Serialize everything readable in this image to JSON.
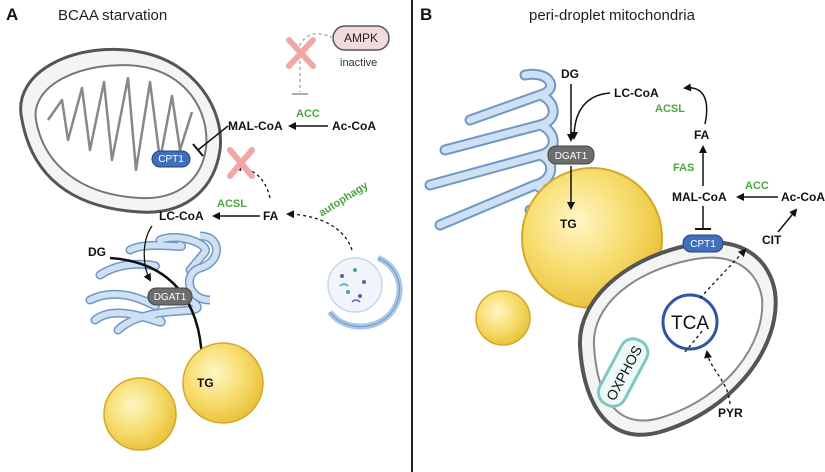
{
  "panels": [
    {
      "letter": "A",
      "title": "BCAA starvation"
    },
    {
      "letter": "B",
      "title": "peri-droplet mitochondria"
    }
  ],
  "panel_a": {
    "ampk": "AMPK",
    "ampk_state": "inactive",
    "acc": "ACC",
    "mal_coa": "MAL-CoA",
    "ac_coa": "Ac-CoA",
    "cpt1": "CPT1",
    "acsl": "ACSL",
    "lc_coa": "LC-CoA",
    "fa": "FA",
    "autophagy": "autophagy",
    "dg": "DG",
    "dgat1": "DGAT1",
    "tg": "TG"
  },
  "panel_b": {
    "dg": "DG",
    "lc_coa": "LC-CoA",
    "dgat1": "DGAT1",
    "tg": "TG",
    "acsl": "ACSL",
    "fa": "FA",
    "fas": "FAS",
    "acc": "ACC",
    "mal_coa": "MAL-CoA",
    "ac_coa": "Ac-CoA",
    "cpt1": "CPT1",
    "cit": "CIT",
    "tca": "TCA",
    "oxphos": "OXPHOS",
    "pyr": "PYR"
  },
  "colors": {
    "er": "#a9c6e6",
    "er_outline": "#6e98c8",
    "mito_outline": "#666666",
    "cpt1": "#3f6fbd",
    "dgat1": "#6d6d6d",
    "lipid": "#f4d55c",
    "enzyme_text": "#4aa63f",
    "inhibit_x": "#f2a7a7",
    "tca_ring": "#2f55a4",
    "oxphos": "#7fc8c2"
  }
}
